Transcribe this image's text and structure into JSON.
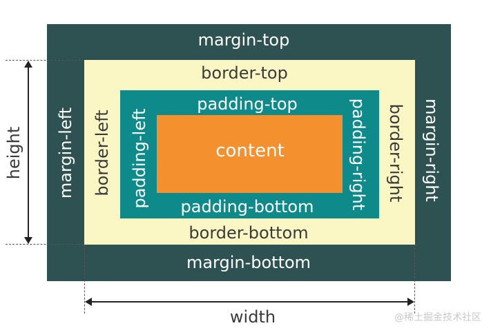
{
  "labels": {
    "margin_top": "margin-top",
    "margin_left": "margin-left",
    "margin_right": "margin-right",
    "margin_bottom": "margin-bottom",
    "border_top": "border-top",
    "border_left": "border-left",
    "border_right": "border-right",
    "border_bottom": "border-bottom",
    "padding_top": "padding-top",
    "padding_left": "padding-left",
    "padding_right": "padding-right",
    "padding_bottom": "padding-bottom",
    "content": "content",
    "height": "height",
    "width": "width"
  },
  "watermark": "@稀土掘金技术社区",
  "colors": {
    "margin": "#2e5151",
    "border": "#fbf7c4",
    "padding": "#0f8a8a",
    "content": "#f5902e"
  }
}
